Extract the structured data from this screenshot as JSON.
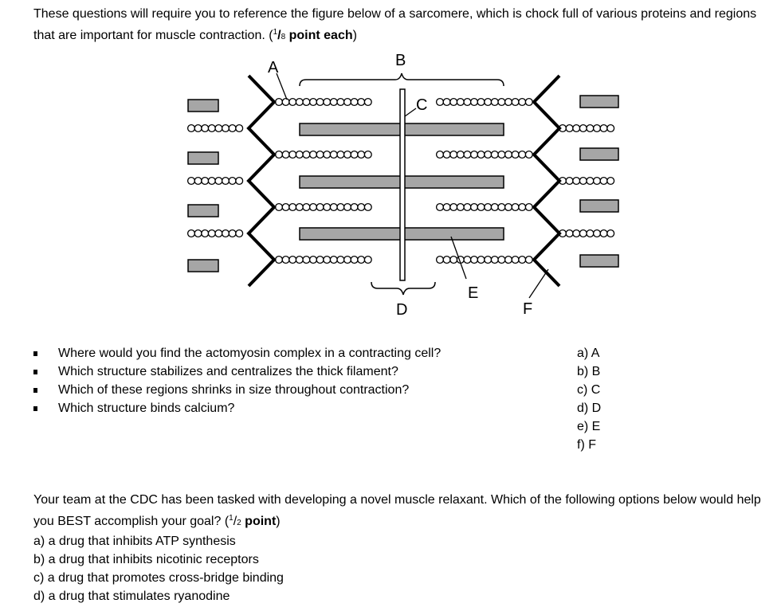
{
  "intro": {
    "text": "These questions will require you to reference the figure below of a sarcomere, which is chock full of various proteins and regions that are important for muscle contraction. (",
    "frac_num": "1",
    "frac_slash": "/",
    "frac_den": "8",
    "bold_part": " point each",
    "close": ")"
  },
  "diagram": {
    "labels": {
      "A": "A",
      "B": "B",
      "C": "C",
      "D": "D",
      "E": "E",
      "F": "F"
    }
  },
  "questions": [
    "Where would you find the actomyosin complex in a contracting cell?",
    "Which structure stabilizes and centralizes the thick filament?",
    "Which of these regions shrinks in size throughout contraction?",
    "Which structure binds calcium?"
  ],
  "options": [
    "a) A",
    "b) B",
    "c) C",
    "d) D",
    "e) E",
    "f) F"
  ],
  "question2": {
    "text": "Your team at the CDC has been tasked with developing a novel muscle relaxant. Which of the following options below would help you BEST accomplish your goal? (",
    "frac_num": "1",
    "frac_slash": "/",
    "frac_den": "2",
    "bold_part": " point",
    "close": ")",
    "choices": [
      "a) a drug that inhibits ATP synthesis",
      "b) a drug that inhibits nicotinic receptors",
      "c) a drug that promotes cross-bridge binding",
      "d) a drug that stimulates ryanodine"
    ]
  }
}
